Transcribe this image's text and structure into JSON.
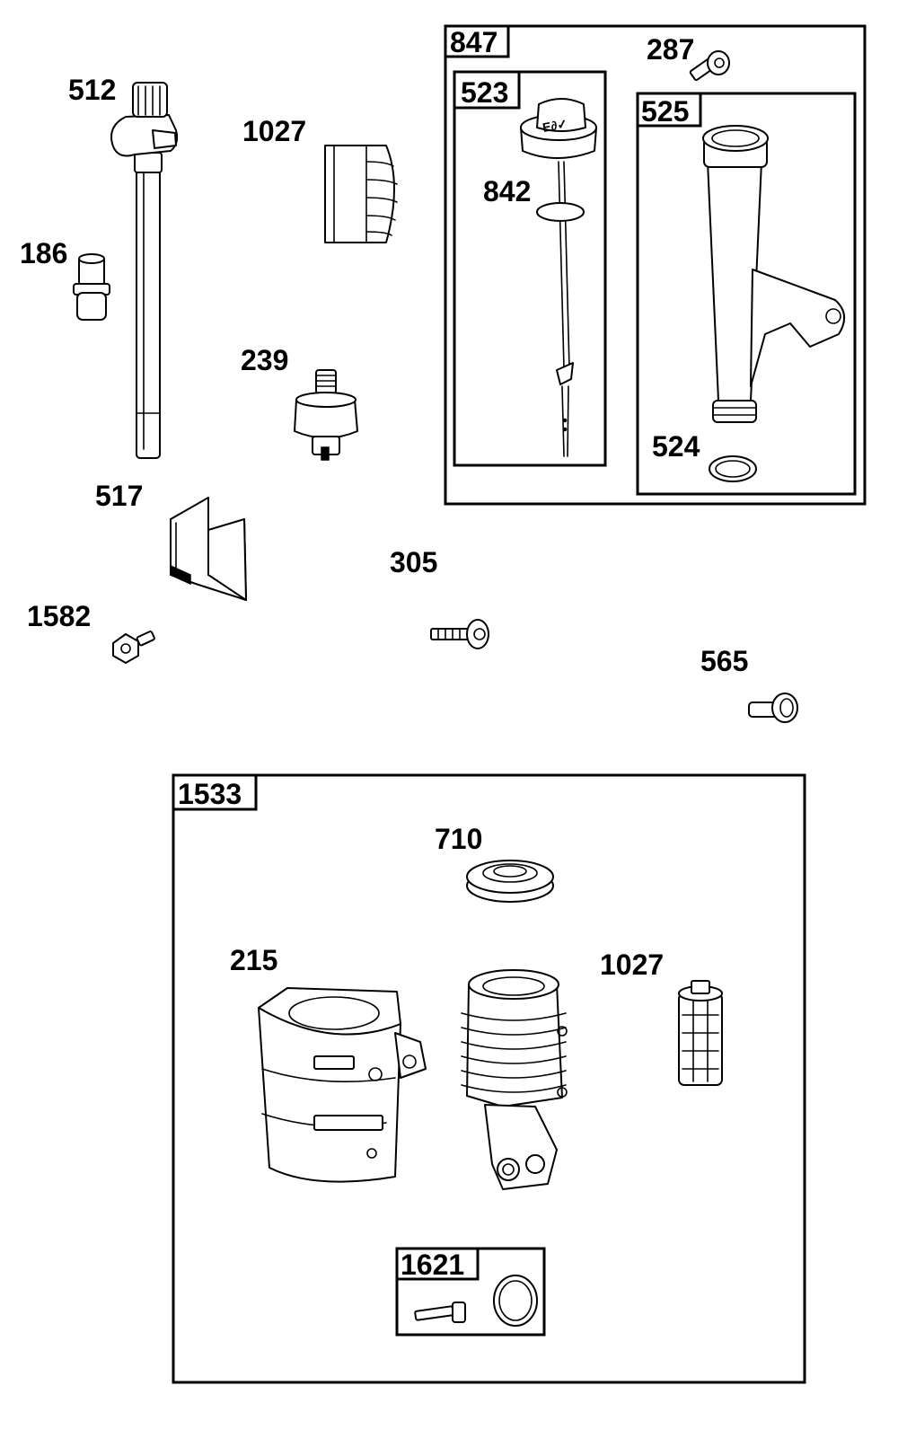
{
  "labels": {
    "l512": "512",
    "l1027a": "1027",
    "l186": "186",
    "l239": "239",
    "l517": "517",
    "l305": "305",
    "l1582": "1582",
    "l565": "565",
    "l847": "847",
    "l287": "287",
    "l523": "523",
    "l842": "842",
    "l525": "525",
    "l524": "524",
    "l1533": "1533",
    "l710": "710",
    "l215": "215",
    "l1027b": "1027",
    "l1621": "1621"
  }
}
